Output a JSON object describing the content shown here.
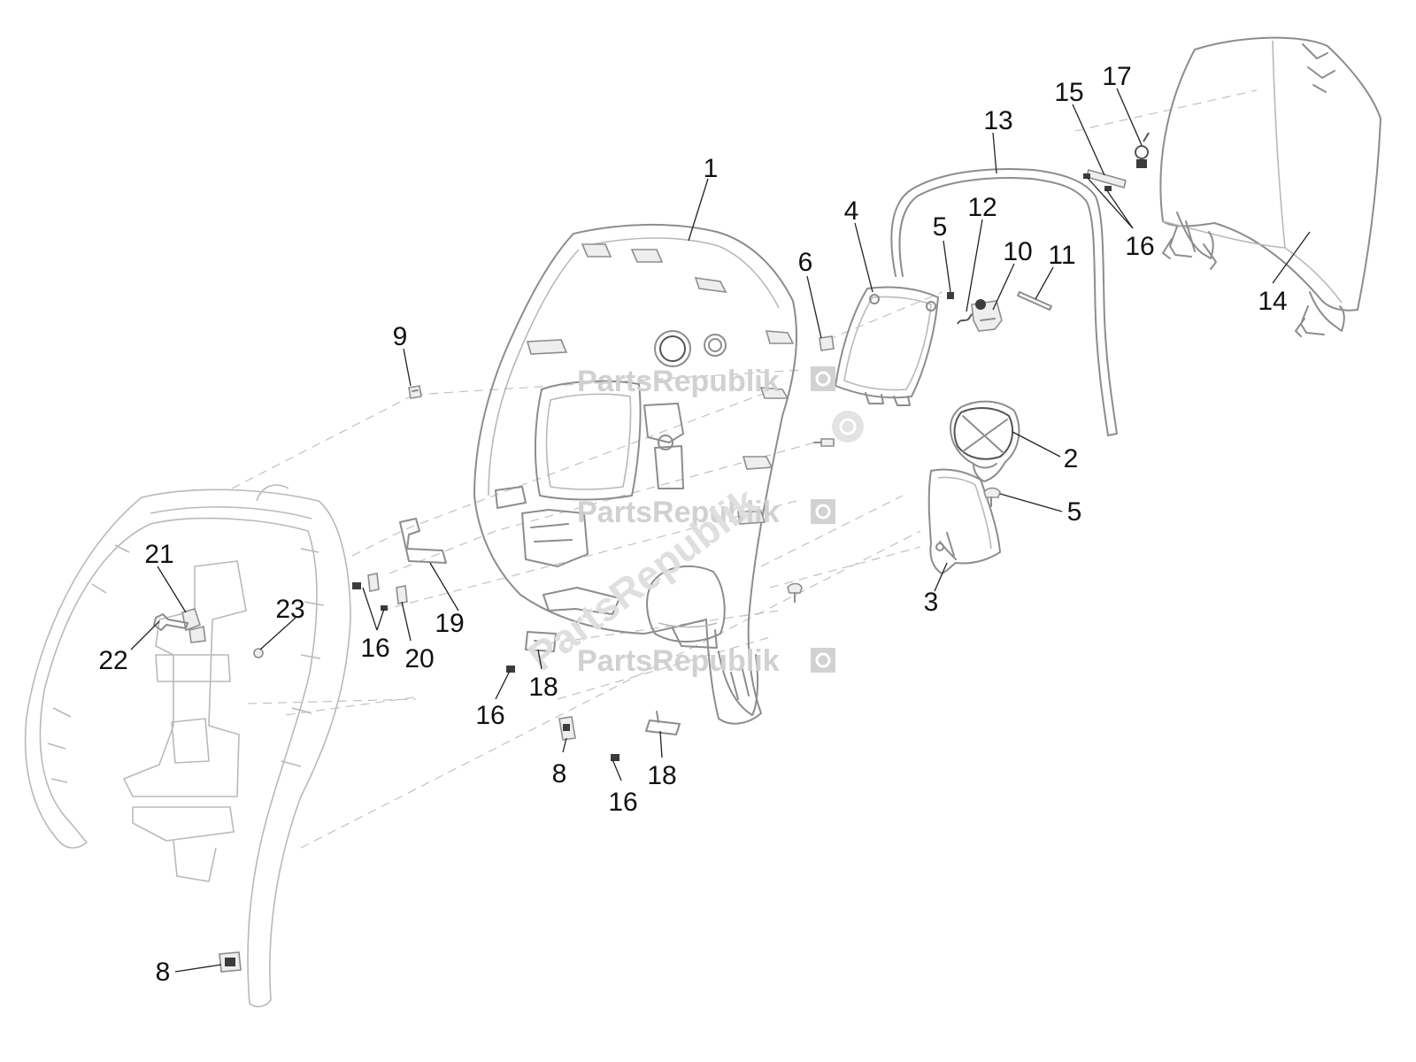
{
  "watermark": {
    "brand": "PartsRepublik",
    "icon": "gear-icon"
  },
  "callouts": [
    {
      "id": "c1",
      "number": "1"
    },
    {
      "id": "c2",
      "number": "2"
    },
    {
      "id": "c3",
      "number": "3"
    },
    {
      "id": "c4",
      "number": "4"
    },
    {
      "id": "c5a",
      "number": "5"
    },
    {
      "id": "c5b",
      "number": "5"
    },
    {
      "id": "c6",
      "number": "6"
    },
    {
      "id": "c8a",
      "number": "8"
    },
    {
      "id": "c8b",
      "number": "8"
    },
    {
      "id": "c9",
      "number": "9"
    },
    {
      "id": "c10",
      "number": "10"
    },
    {
      "id": "c11",
      "number": "11"
    },
    {
      "id": "c12",
      "number": "12"
    },
    {
      "id": "c13",
      "number": "13"
    },
    {
      "id": "c14",
      "number": "14"
    },
    {
      "id": "c15",
      "number": "15"
    },
    {
      "id": "c16a",
      "number": "16"
    },
    {
      "id": "c16b",
      "number": "16"
    },
    {
      "id": "c16c",
      "number": "16"
    },
    {
      "id": "c16d",
      "number": "16"
    },
    {
      "id": "c17",
      "number": "17"
    },
    {
      "id": "c18a",
      "number": "18"
    },
    {
      "id": "c18b",
      "number": "18"
    },
    {
      "id": "c19",
      "number": "19"
    },
    {
      "id": "c20",
      "number": "20"
    },
    {
      "id": "c21",
      "number": "21"
    },
    {
      "id": "c22",
      "number": "22"
    },
    {
      "id": "c23",
      "number": "23"
    }
  ]
}
